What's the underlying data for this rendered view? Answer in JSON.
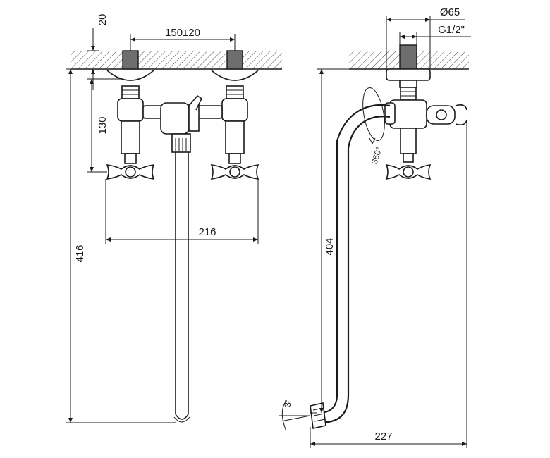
{
  "front_view": {
    "dim_wall_thickness": "20",
    "dim_center_distance": "150±20",
    "dim_handle_drop": "130",
    "dim_total_height": "416",
    "dim_spout_reach": "216"
  },
  "side_view": {
    "dim_flange_diameter": "Ø65",
    "dim_thread": "G1/2\"",
    "dim_rotation": "360°",
    "dim_total_height": "404",
    "dim_spout_length": "227",
    "dim_tilt_angle": "3°"
  }
}
